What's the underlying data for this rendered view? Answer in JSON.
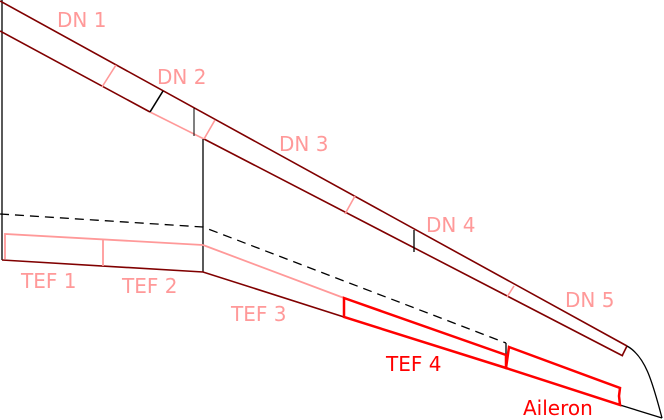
{
  "colors": {
    "structure": "#800000",
    "inactive_surface": "#ff9999",
    "active_surface": "#ff0000",
    "lines": "#000000"
  },
  "labels": {
    "dn1": "DN 1",
    "dn2": "DN 2",
    "dn3": "DN 3",
    "dn4": "DN 4",
    "dn5": "DN 5",
    "tef1": "TEF 1",
    "tef2": "TEF 2",
    "tef3": "TEF 3",
    "tef4": "TEF 4",
    "aileron": "Aileron"
  }
}
